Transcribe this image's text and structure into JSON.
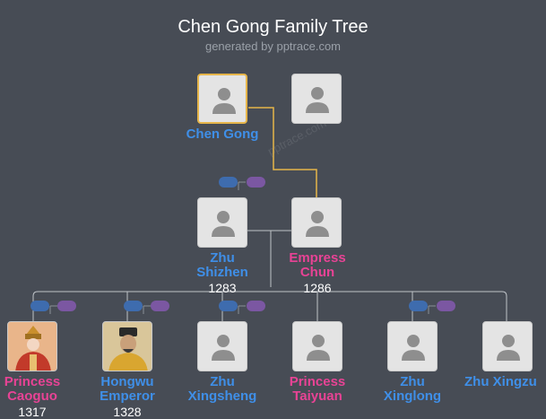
{
  "title": "Chen Gong Family Tree",
  "subtitle": "generated by pptrace.com",
  "watermark": "pptrace.com",
  "colors": {
    "male": "#3f8fe8",
    "female": "#e84395",
    "background": "#474c55",
    "selected_border": "#e6b54a"
  },
  "people": {
    "chen_gong": {
      "name": "Chen Gong",
      "gender": "male",
      "year": ""
    },
    "spouse_chen": {
      "name": "",
      "gender": "unknown",
      "year": ""
    },
    "zhu_shizhen": {
      "name_line1": "Zhu",
      "name_line2": "Shizhen",
      "gender": "male",
      "year": "1283"
    },
    "empress_chun": {
      "name_line1": "Empress",
      "name_line2": "Chun",
      "gender": "female",
      "year": "1286"
    },
    "princess_caoguo": {
      "name_line1": "Princess",
      "name_line2": "Caoguo",
      "gender": "female",
      "year": "1317"
    },
    "hongwu_emperor": {
      "name_line1": "Hongwu",
      "name_line2": "Emperor",
      "gender": "male",
      "year": "1328"
    },
    "zhu_xingsheng": {
      "name_line1": "Zhu",
      "name_line2": "Xingsheng",
      "gender": "male",
      "year": ""
    },
    "princess_taiyuan": {
      "name_line1": "Princess",
      "name_line2": "Taiyuan",
      "gender": "female",
      "year": ""
    },
    "zhu_xinglong": {
      "name_line1": "Zhu",
      "name_line2": "Xinglong",
      "gender": "male",
      "year": ""
    },
    "zhu_xingzu": {
      "name": "Zhu Xingzu",
      "gender": "male",
      "year": ""
    }
  }
}
